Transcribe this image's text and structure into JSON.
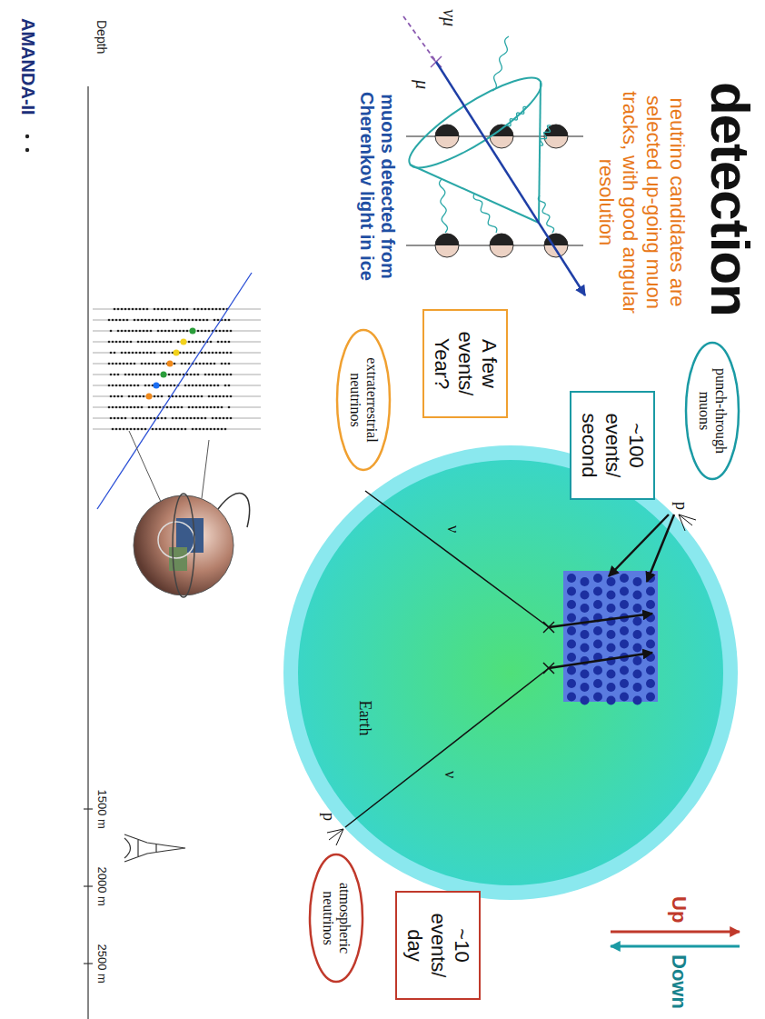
{
  "diagram": {
    "title": "detection",
    "nodes": [
      {
        "text": [
          "punch-through muons"
        ]
      },
      {
        "text": [
          "~100 events/ second"
        ]
      },
      {
        "text": [
          "Earth"
        ]
      },
      {
        "text": [
          "~10 events/ day"
        ]
      },
      {
        "text": [
          "atmospheric neutrinos"
        ]
      },
      {
        "text": [
          "A few events/ Year?"
        ]
      },
      {
        "text": [
          "extraterrestrial neutrinos"
        ]
      }
    ],
    "labels": [
      "AMANDA-II",
      "Depth",
      "1500 m",
      "2000 m",
      "2500 m",
      "νμ",
      "μ",
      "muons detected from Cherenkov light in ice",
      "neutrino candidates are selected up-going muon tracks, with good angular resolution",
      "Up",
      "Down",
      "p",
      "p",
      "ν",
      "ν"
    ]
  }
}
